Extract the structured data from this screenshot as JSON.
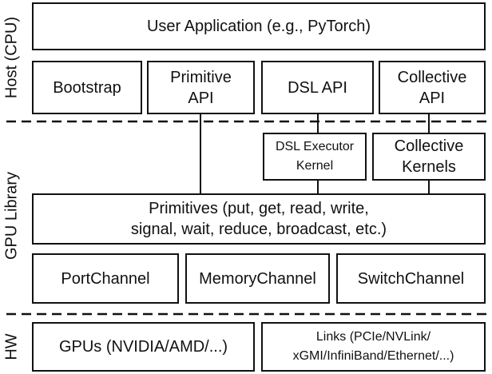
{
  "layers": {
    "host": "Host (CPU)",
    "gpu": "GPU Library",
    "hw": "HW"
  },
  "boxes": {
    "user_app": "User Application (e.g., PyTorch)",
    "bootstrap": "Bootstrap",
    "primitive_api": [
      "Primitive",
      "API"
    ],
    "dsl_api": "DSL API",
    "collective_api": [
      "Collective",
      "API"
    ],
    "dsl_executor": [
      "DSL Executor",
      "Kernel"
    ],
    "collective_kernels": [
      "Collective",
      "Kernels"
    ],
    "primitives": [
      "Primitives (put, get, read, write,",
      "signal, wait, reduce, broadcast, etc.)"
    ],
    "port_channel": "PortChannel",
    "memory_channel": "MemoryChannel",
    "switch_channel": "SwitchChannel",
    "gpus": "GPUs (NVIDIA/AMD/...)",
    "links": [
      "Links (PCIe/NVLink/",
      "xGMI/InfiniBand/Ethernet/...)"
    ]
  }
}
